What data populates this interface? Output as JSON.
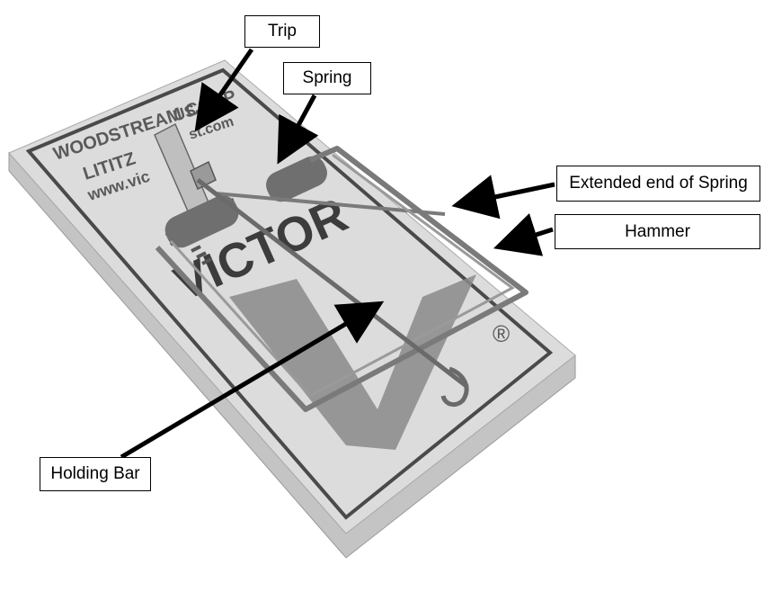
{
  "labels": {
    "trip": "Trip",
    "spring": "Spring",
    "extended_end": "Extended end of Spring",
    "hammer": "Hammer",
    "holding_bar": "Holding Bar"
  },
  "trap_print": {
    "brand_line_1": "WOODSTREAM CORP",
    "brand_line_2": "LITITZ",
    "brand_line_2b": "US",
    "url_start": "www.vic",
    "url_end": "st.com",
    "logo": "VICTOR",
    "registered": "®"
  },
  "colors": {
    "wood": "#d9d9d9",
    "wood_side": "#c2c2c2",
    "print": "#5a5a5a",
    "wire": "#7a7a7a",
    "arrow": "#000000"
  }
}
